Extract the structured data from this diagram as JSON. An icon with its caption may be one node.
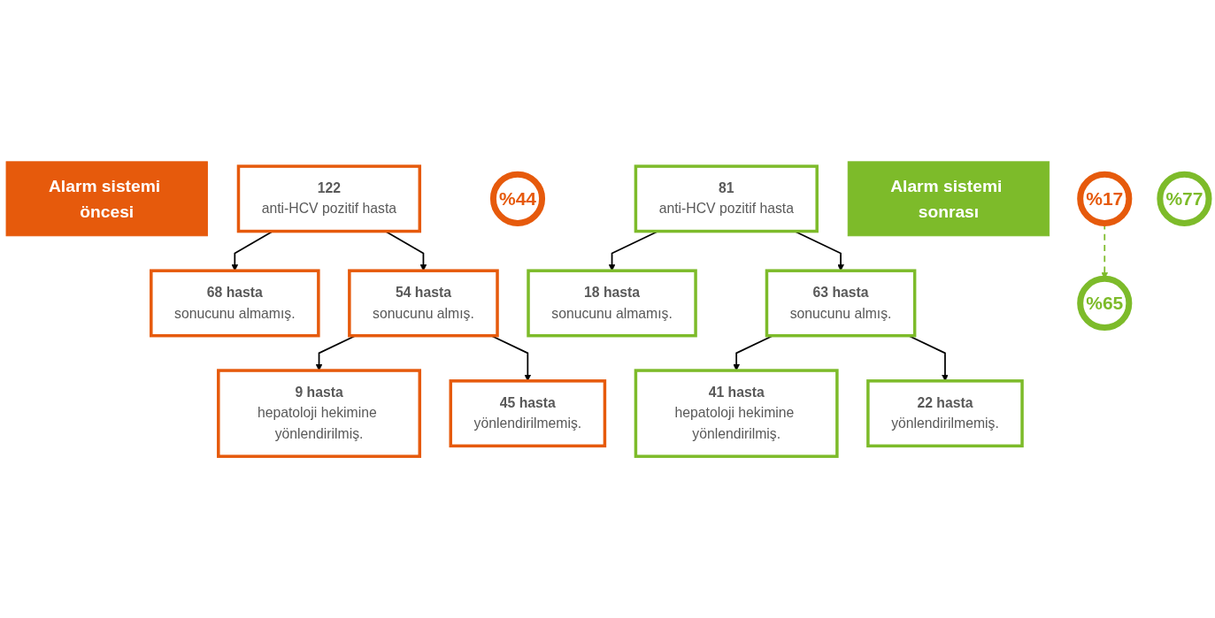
{
  "diagram": {
    "nodes": [
      {
        "text": [
          "Alarm sistemi öncesi"
        ]
      },
      {
        "text": [
          "122",
          "anti-HCV pozitif hasta"
        ]
      },
      {
        "text": [
          "68 hasta",
          "sonucunu almamış."
        ]
      },
      {
        "text": [
          "54 hasta",
          "sonucunu almış."
        ]
      },
      {
        "text": [
          "%44"
        ]
      },
      {
        "text": [
          "9 hasta",
          "hepatoloji hekimine yönlendirilmiş."
        ]
      },
      {
        "text": [
          "45 hasta",
          "yönlendirilmemiş."
        ]
      },
      {
        "text": [
          "%17"
        ]
      },
      {
        "text": [
          "Alarm sistemi sonrası"
        ]
      },
      {
        "text": [
          "81",
          "anti-HCV pozitif hasta"
        ]
      },
      {
        "text": [
          "18 hasta",
          "sonucunu almamış."
        ]
      },
      {
        "text": [
          "63 hasta",
          "sonucunu almış."
        ]
      },
      {
        "text": [
          "%77"
        ]
      },
      {
        "text": [
          "41 hasta",
          "hepatoloji hekimine yönlendirilmiş."
        ]
      },
      {
        "text": [
          "22 hasta",
          "yönlendirilmemiş."
        ]
      },
      {
        "text": [
          "%65"
        ]
      }
    ],
    "edges": [
      {
        "from": 1,
        "to": 2,
        "arrow": "to"
      },
      {
        "from": 1,
        "to": 3,
        "arrow": "to"
      },
      {
        "from": 3,
        "to": 5,
        "arrow": "to"
      },
      {
        "from": 3,
        "to": 6,
        "arrow": "to"
      },
      {
        "from": 9,
        "to": 10,
        "arrow": "to"
      },
      {
        "from": 9,
        "to": 11,
        "arrow": "to"
      },
      {
        "from": 11,
        "to": 13,
        "arrow": "to"
      },
      {
        "from": 11,
        "to": 14,
        "arrow": "to"
      },
      {
        "from": 7,
        "to": 15,
        "arrow": "to",
        "style": "dashed",
        "color": "#7dbb2a"
      }
    ]
  }
}
